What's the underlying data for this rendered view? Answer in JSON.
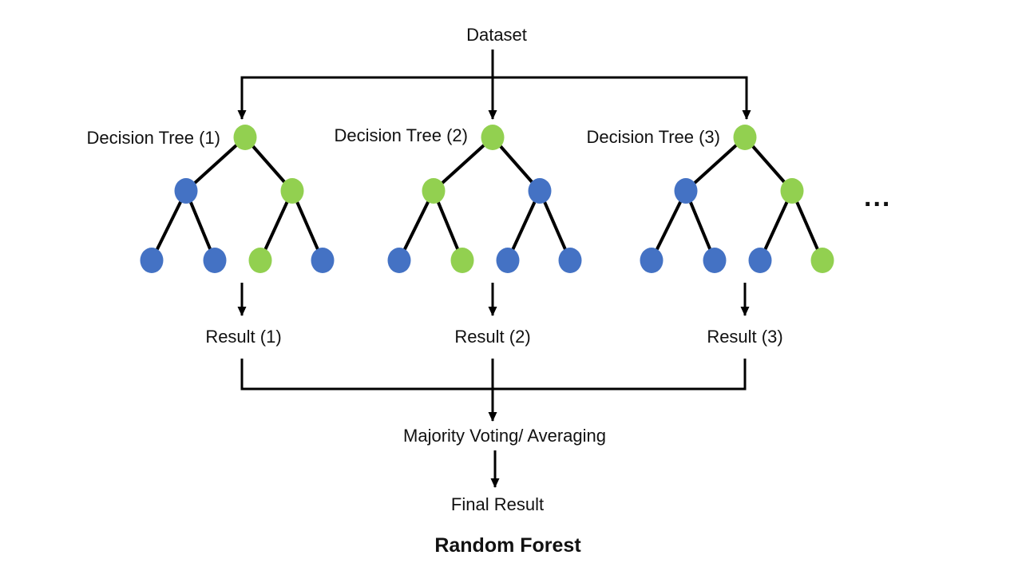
{
  "background": "#ffffff",
  "colors": {
    "green": "#92D050",
    "blue": "#4472C4",
    "line": "#000000",
    "text": "#111111"
  },
  "dataset_label": "Dataset",
  "ellipsis": "...",
  "majority_label": "Majority Voting/ Averaging",
  "final_label": "Final Result",
  "title": "Random Forest",
  "trees": [
    {
      "label": "Decision Tree (1)",
      "result": "Result (1)",
      "root": "green",
      "children": [
        "blue",
        "green"
      ],
      "leaves": [
        "blue",
        "blue",
        "green",
        "blue"
      ]
    },
    {
      "label": "Decision Tree (2)",
      "result": "Result (2)",
      "root": "green",
      "children": [
        "green",
        "blue"
      ],
      "leaves": [
        "blue",
        "green",
        "blue",
        "blue"
      ]
    },
    {
      "label": "Decision Tree (3)",
      "result": "Result (3)",
      "root": "green",
      "children": [
        "blue",
        "green"
      ],
      "leaves": [
        "blue",
        "blue",
        "blue",
        "green"
      ]
    }
  ]
}
